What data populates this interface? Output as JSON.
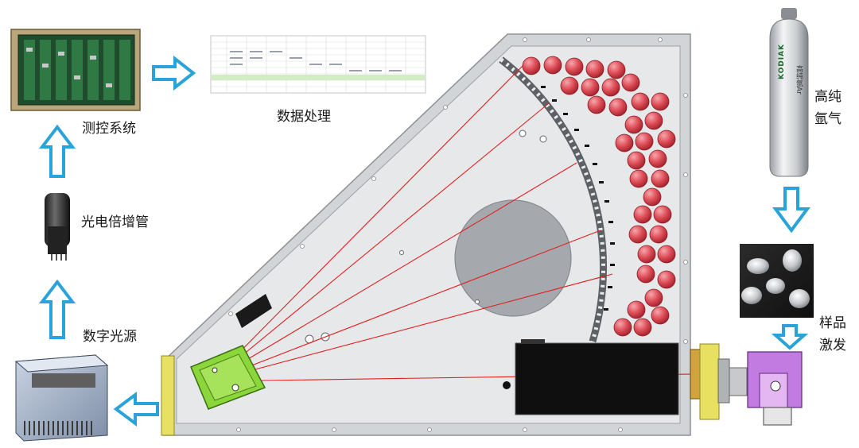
{
  "labels": {
    "control_system": "测控系统",
    "data_processing": "数据处理",
    "pmt": "光电倍增管",
    "digital_source": "数字光源",
    "argon_line1": "高纯",
    "argon_line2": "氩气",
    "sample_line1": "样品",
    "sample_line2": "激发"
  },
  "cylinder": {
    "brand": "KODIAK",
    "text": "高纯氩Ar"
  },
  "colors": {
    "arrow": "#2aa3d8",
    "laser": "#e02020",
    "housing": "#e4e7ea",
    "frame": "#c9ccd0",
    "pmt_ball": "#e0505a",
    "grating": "#8bd63a",
    "yellow_plate": "#e8e060",
    "purple_block": "#c27be0"
  }
}
